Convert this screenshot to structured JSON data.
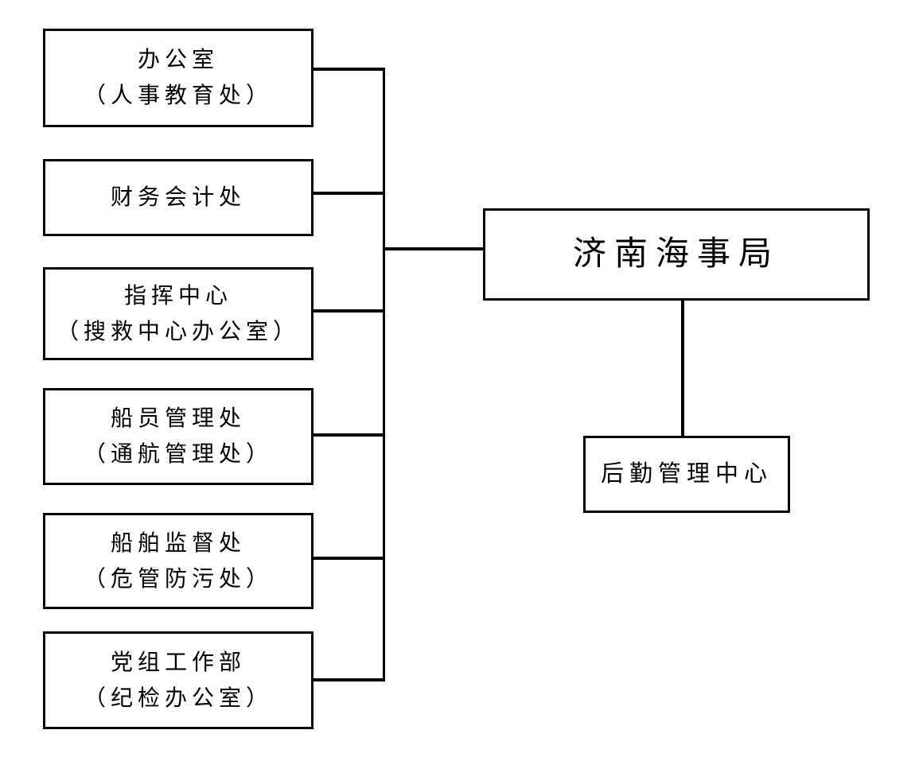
{
  "chart": {
    "type": "org-chart",
    "root": {
      "label": "济南海事局"
    },
    "departments": [
      {
        "lines": [
          "办公室",
          "（人事教育处）"
        ]
      },
      {
        "lines": [
          "财务会计处"
        ]
      },
      {
        "lines": [
          "指挥中心",
          "（搜救中心办公室）"
        ]
      },
      {
        "lines": [
          "船员管理处",
          "（通航管理处）"
        ]
      },
      {
        "lines": [
          "船舶监督处",
          "（危管防污处）"
        ]
      },
      {
        "lines": [
          "党组工作部",
          "（纪检办公室）"
        ]
      }
    ],
    "subsidiary": {
      "label": "后勤管理中心"
    },
    "colors": {
      "line": "#000000",
      "border": "#000000",
      "text": "#000000",
      "background": "#ffffff"
    }
  }
}
